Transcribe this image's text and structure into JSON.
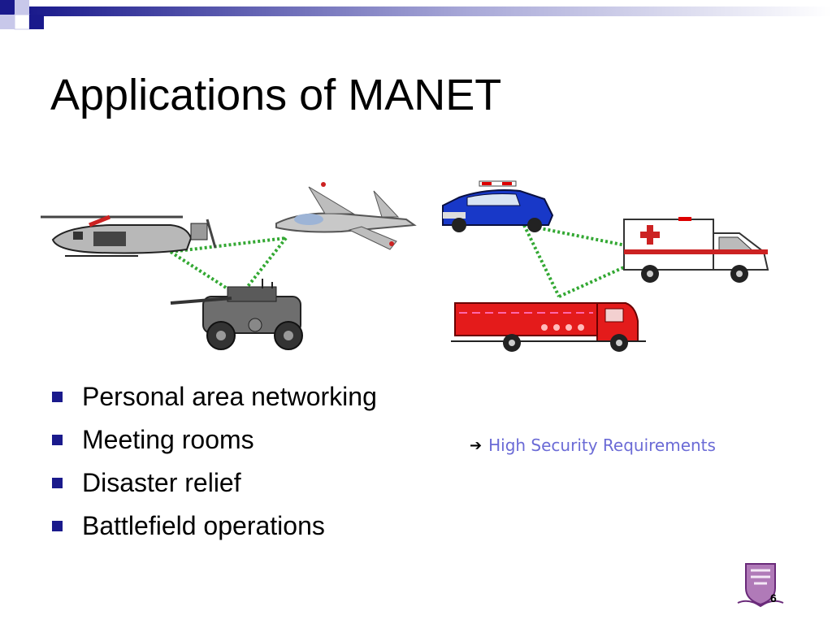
{
  "slide": {
    "title": "Applications of MANET",
    "bullets": [
      "Personal area networking",
      "Meeting rooms",
      "Disaster relief",
      "Battlefield operations"
    ],
    "callout": {
      "arrow": "➔",
      "text": "High Security Requirements"
    },
    "page_number": "6"
  },
  "colors": {
    "accent_blue": "#1a1a8c",
    "callout_text": "#6b6bd6",
    "link_dots": "#33a833"
  },
  "icons": [
    "helicopter-icon",
    "jet-fighter-icon",
    "armored-vehicle-icon",
    "police-car-icon",
    "ambulance-icon",
    "fire-truck-icon",
    "university-crest-icon"
  ]
}
